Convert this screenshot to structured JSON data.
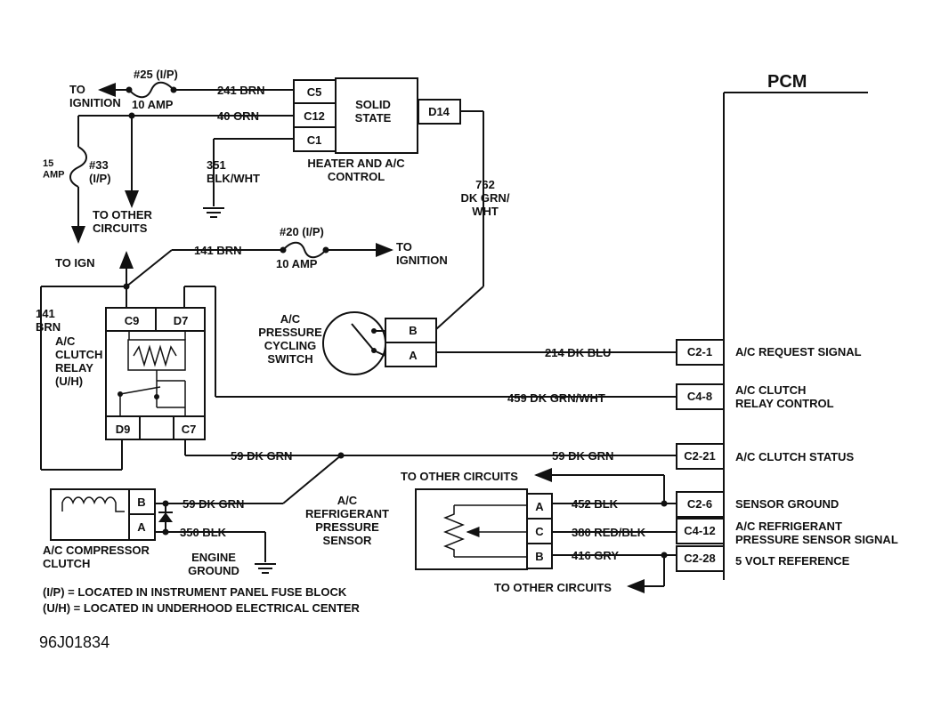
{
  "pcm": {
    "title": "PCM"
  },
  "fuses": {
    "f25": {
      "id": "#25 (I/P)",
      "amp": "10 AMP"
    },
    "f33": {
      "amp": "15\nAMP",
      "id": "#33\n(I/P)"
    },
    "f20": {
      "id": "#20 (I/P)",
      "amp": "10 AMP"
    }
  },
  "labels": {
    "to_ignition_1": "TO\nIGNITION",
    "to_ignition_2": "TO\nIGNITION",
    "to_ign": "TO IGN",
    "to_other_1": "TO OTHER\nCIRCUITS",
    "to_other_2": "TO OTHER CIRCUITS",
    "to_other_3": "TO OTHER CIRCUITS",
    "engine_ground": "ENGINE\nGROUND"
  },
  "wires": {
    "w241": "241 BRN",
    "w40": "40 ORN",
    "w351": "351\nBLK/WHT",
    "w762": "762\nDK GRN/\nWHT",
    "w141a": "141 BRN",
    "w141b": "141\nBRN",
    "w214": "214 DK BLU",
    "w459": "459 DK GRN/WHT",
    "w59a": "59 DK GRN",
    "w59b": "59 DK GRN",
    "w59c": "59 DK GRN",
    "w350": "350 BLK",
    "w452": "452 BLK",
    "w380": "380 RED/BLK",
    "w416": "416 GRY"
  },
  "heater_control": {
    "pins": [
      "C5",
      "C12",
      "C1"
    ],
    "body": "SOLID\nSTATE",
    "d14": "D14",
    "title": "HEATER AND A/C\nCONTROL"
  },
  "pressure_switch": {
    "title": "A/C\nPRESSURE\nCYCLING\nSWITCH",
    "pins": [
      "B",
      "A"
    ]
  },
  "relay": {
    "title": "A/C\nCLUTCH\nRELAY\n(U/H)",
    "top_pins": [
      "C9",
      "D7"
    ],
    "bottom_pins": [
      "D9",
      "C7"
    ]
  },
  "compressor": {
    "title": "A/C COMPRESSOR\nCLUTCH",
    "pins": [
      "B",
      "A"
    ]
  },
  "sensor": {
    "title": "A/C\nREFRIGERANT\nPRESSURE\nSENSOR",
    "pins": [
      "A",
      "C",
      "B"
    ]
  },
  "pcm_pins": [
    {
      "pin": "C2-1",
      "desc": "A/C REQUEST SIGNAL"
    },
    {
      "pin": "C4-8",
      "desc": "A/C CLUTCH\nRELAY CONTROL"
    },
    {
      "pin": "C2-21",
      "desc": "A/C CLUTCH STATUS"
    },
    {
      "pin": "C2-6",
      "desc": "SENSOR GROUND"
    },
    {
      "pin": "C4-12",
      "desc": "A/C REFRIGERANT\nPRESSURE SENSOR SIGNAL"
    },
    {
      "pin": "C2-28",
      "desc": "5 VOLT REFERENCE"
    }
  ],
  "legend": [
    "(I/P)  = LOCATED IN INSTRUMENT PANEL FUSE BLOCK",
    "(U/H)  = LOCATED IN UNDERHOOD ELECTRICAL CENTER"
  ],
  "figure_id": "96J01834"
}
